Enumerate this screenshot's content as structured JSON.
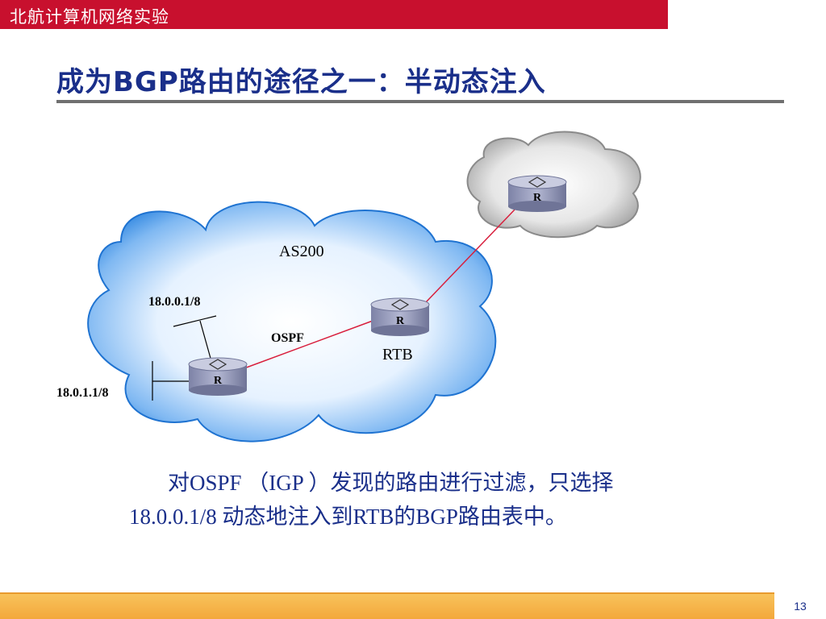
{
  "header": {
    "title": "北航计算机网络实验"
  },
  "slide": {
    "title": "成为BGP路由的途径之一：半动态注入"
  },
  "diagram": {
    "as_label": "AS200",
    "ospf_label": "OSPF",
    "rtb_label": "RTB",
    "net1_label": "18.0.0.1/8",
    "net2_label": "18.0.1.1/8",
    "router_glyph": "R",
    "colors": {
      "cloud_blue": "#3a8ee6",
      "cloud_gray": "#a9a9a9",
      "link_red": "#d81e3c",
      "router_body": "#8a8fb0"
    }
  },
  "body": {
    "line1": "对OSPF （IGP ）发现的路由进行过滤，只选择",
    "line2": "18.0.0.1/8 动态地注入到RTB的BGP路由表中。"
  },
  "footer": {
    "page_number": "13"
  }
}
